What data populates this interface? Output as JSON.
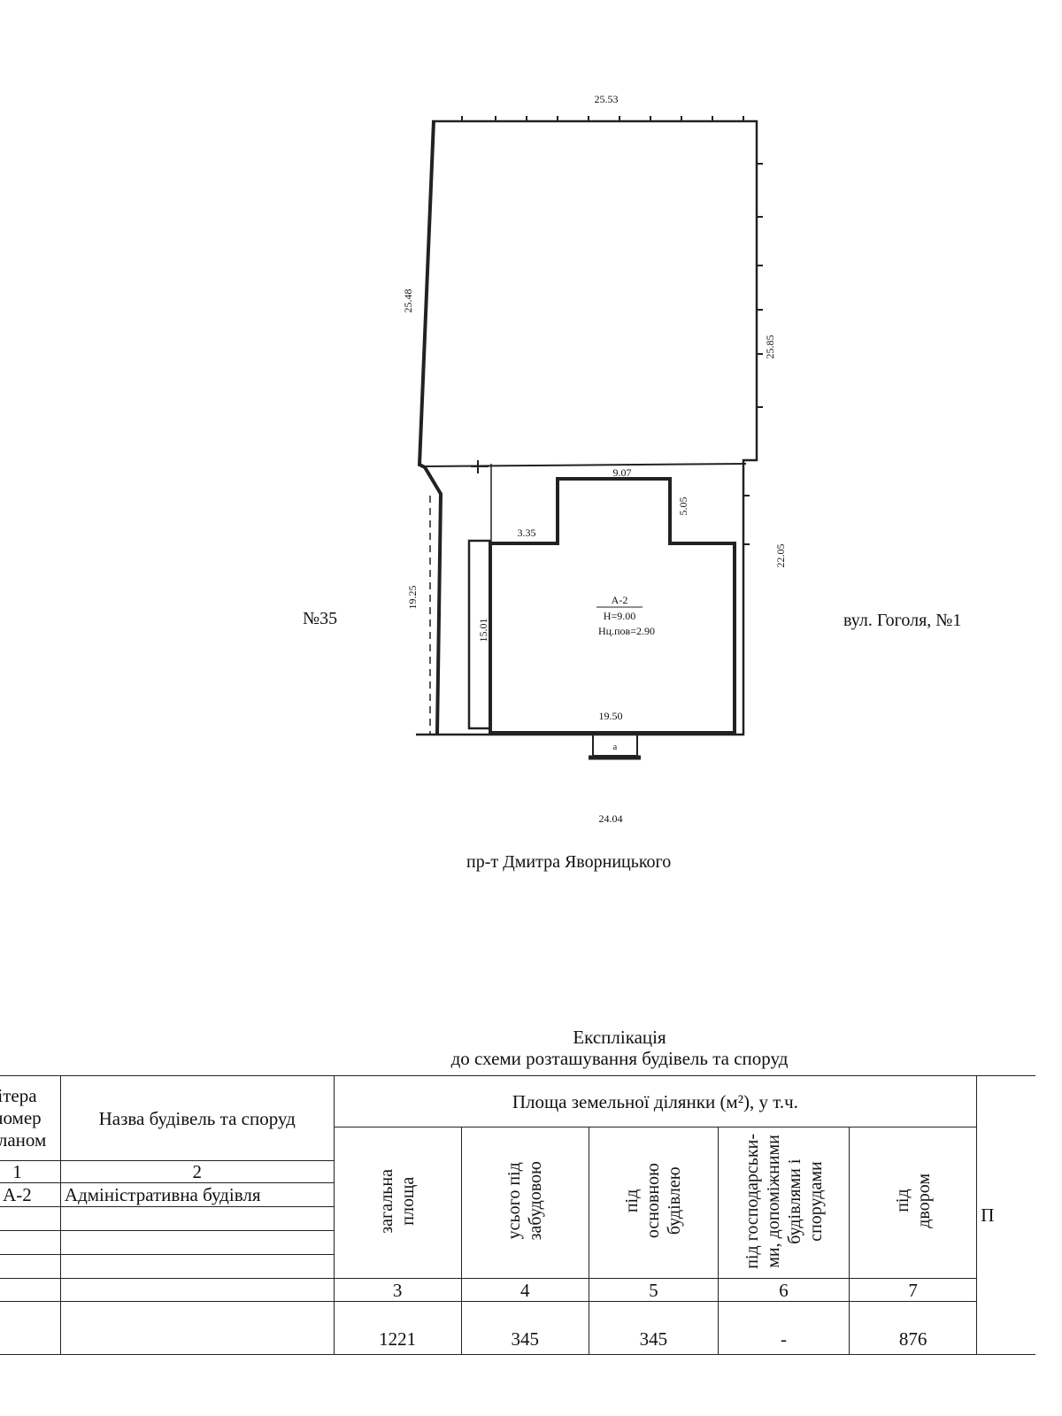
{
  "plan": {
    "dimensions": {
      "top": "25.53",
      "left_upper": "25.48",
      "right_upper": "25.85",
      "left_lower": "19.25",
      "right_lower": "22.05",
      "bottom_outer": "24.04",
      "building_top": "9.07",
      "building_notch": "5.05",
      "building_step": "3.35",
      "building_left": "15.01",
      "building_bottom": "19.50"
    },
    "building": {
      "code": "А-2",
      "height": "Н=9.00",
      "floor_height": "Нц.пов=2.90"
    },
    "porch_label": "а",
    "neighbor_left": "№35",
    "neighbor_right": "вул. Гоголя, №1",
    "street_bottom": "пр-т Дмитра Яворницького"
  },
  "explication": {
    "title_line1": "Експлікація",
    "title_line2": "до схеми розташування будівель та споруд",
    "header_col1": [
      "ітера",
      "номер",
      "планом"
    ],
    "header_col2": "Назва будівель та споруд",
    "header_area": "Площа земельної ділянки (м²), у т.ч.",
    "header_cut": "П",
    "subheaders": {
      "total": [
        "загальна",
        "площа"
      ],
      "built": [
        "усього під",
        "забудовою"
      ],
      "main": [
        "під",
        "основною",
        "будівлею"
      ],
      "aux": [
        "під господарськи-",
        "ми, допоміжними",
        "будівлями і",
        "спорудами"
      ],
      "yard": [
        "під",
        "двором"
      ]
    },
    "col_numbers": [
      "1",
      "2",
      "3",
      "4",
      "5",
      "6",
      "7"
    ],
    "row": {
      "code": "А-2",
      "name": "Адміністративна будівля"
    },
    "values": {
      "total": "1221",
      "built": "345",
      "main": "345",
      "aux": "-",
      "yard": "876"
    }
  }
}
